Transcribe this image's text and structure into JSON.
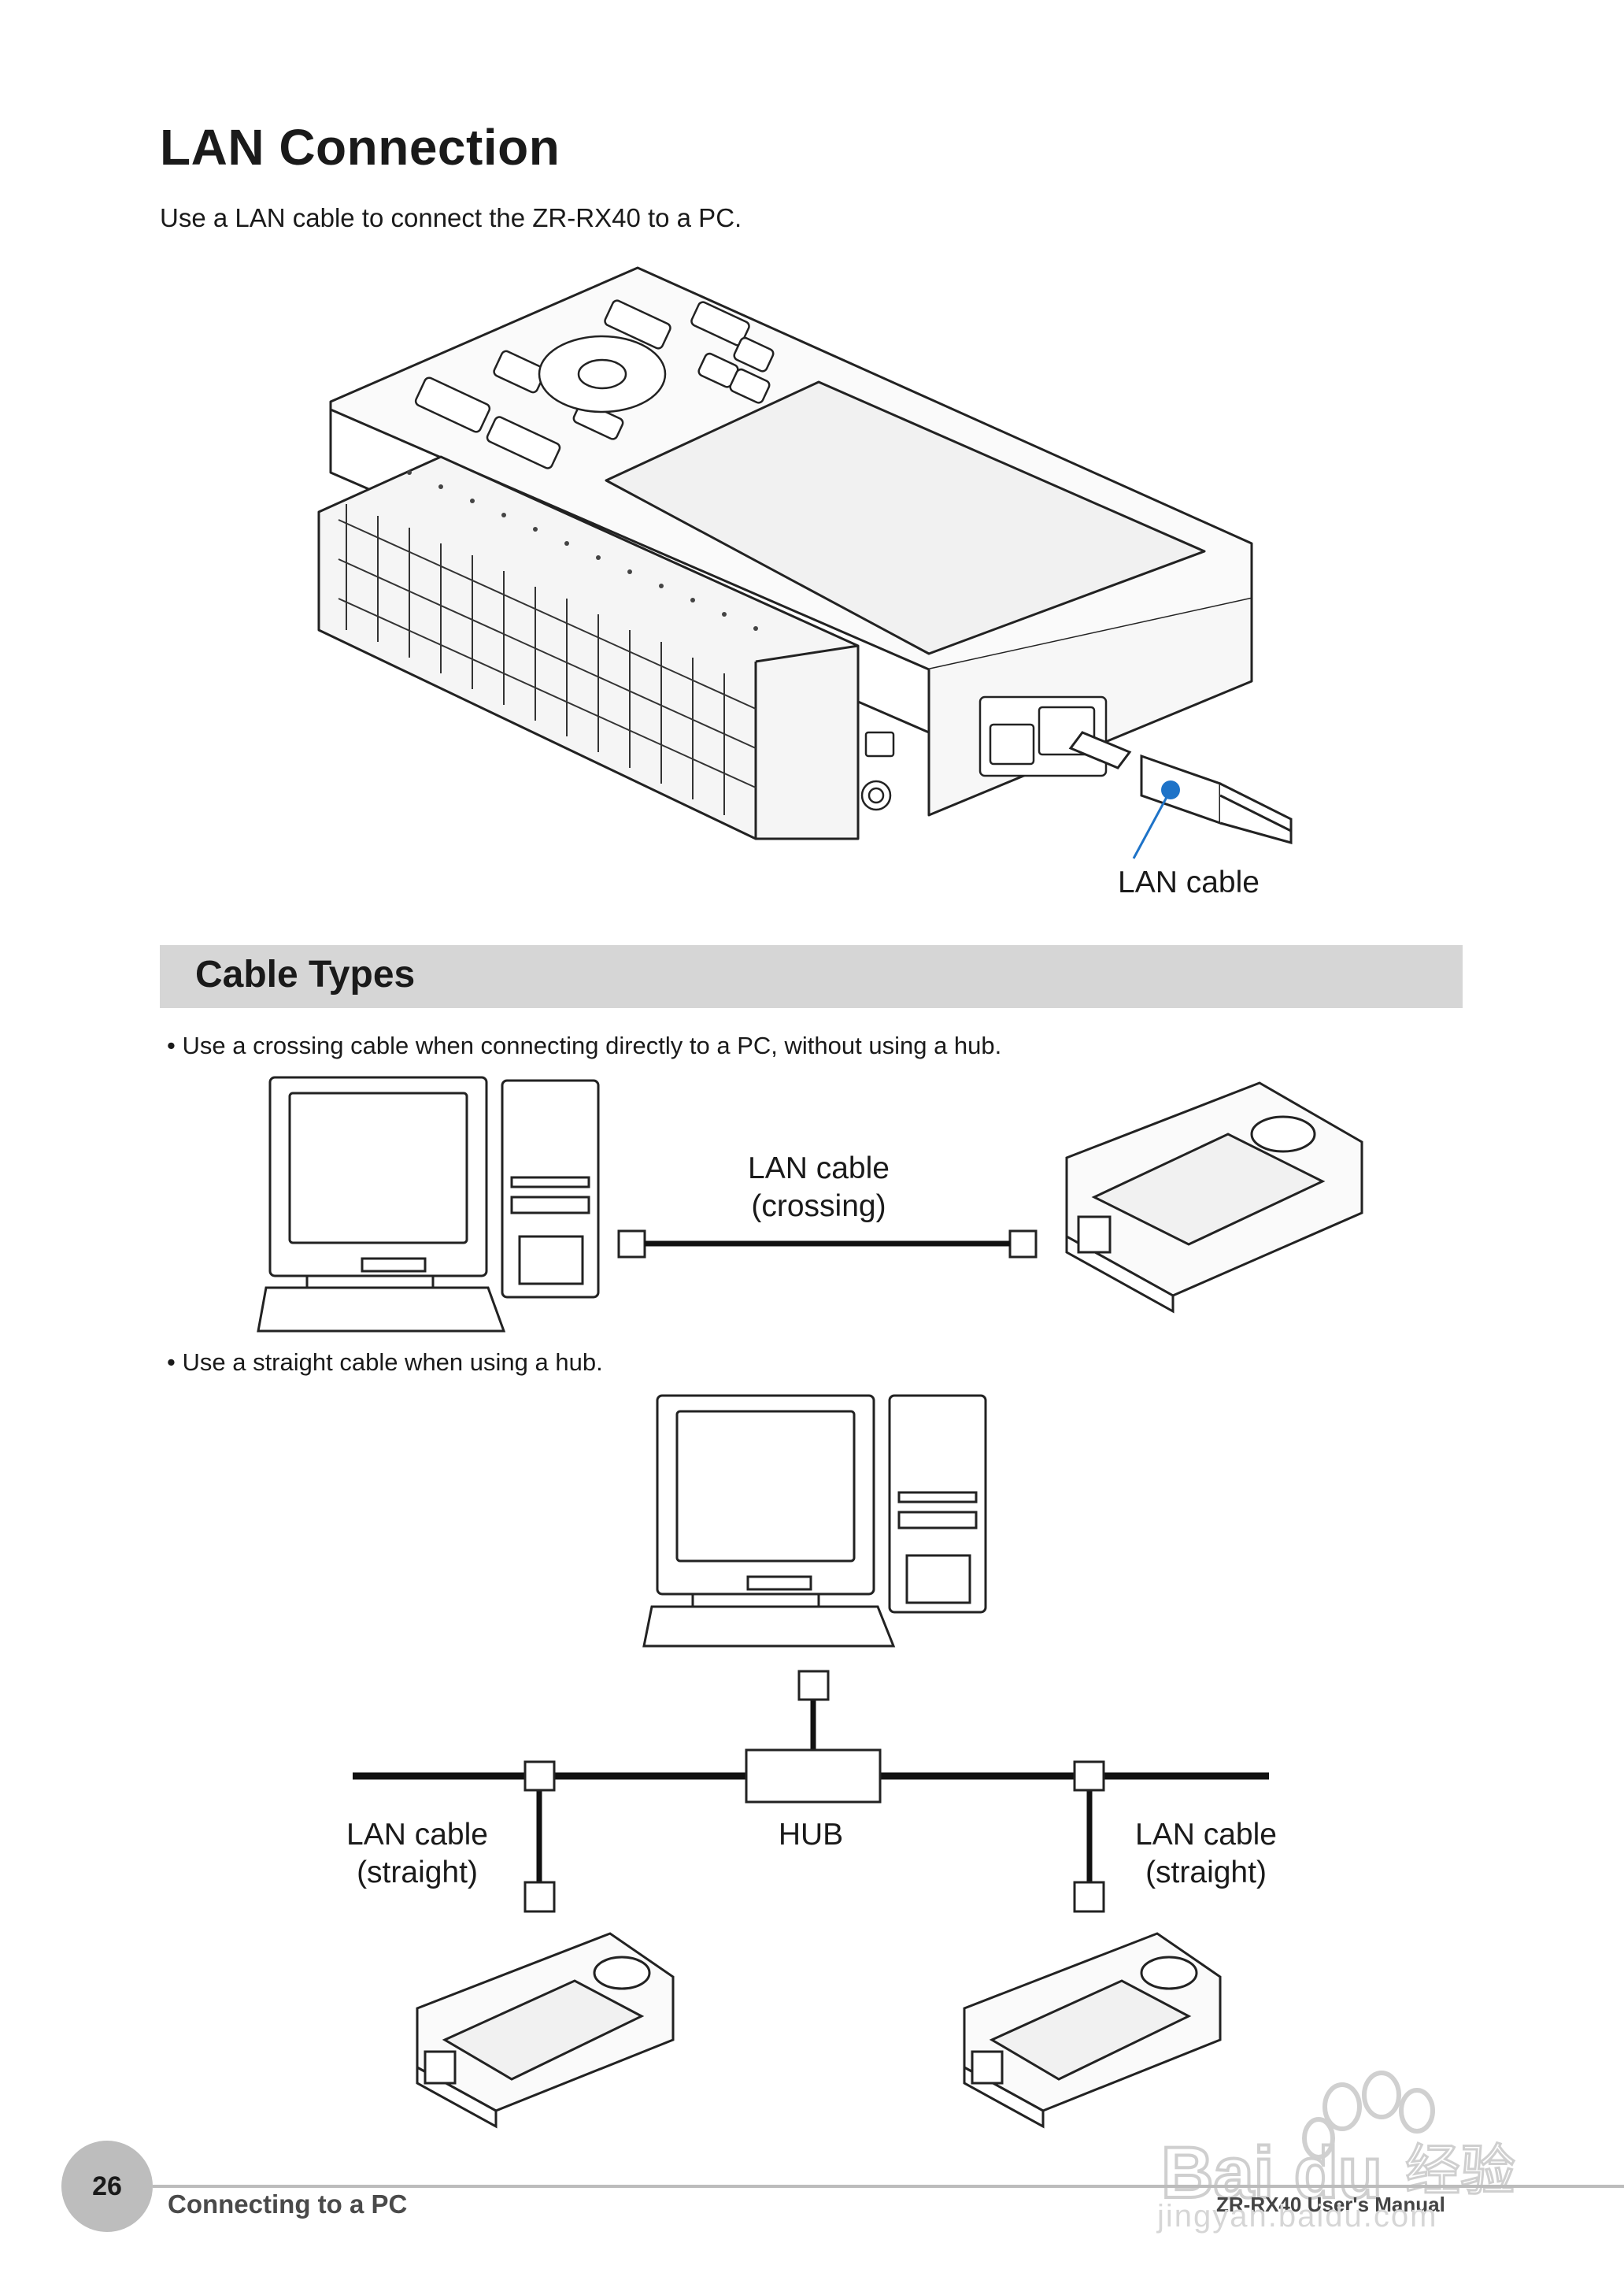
{
  "page": {
    "title": "LAN Connection",
    "intro": "Use a LAN cable to connect the ZR-RX40 to a PC.",
    "main_figure": {
      "callout": "LAN cable"
    },
    "section": {
      "title": "Cable Types",
      "bullet_crossing": "Use a crossing cable when connecting directly to a PC, without using a hub.",
      "crossing_label_1": "LAN cable",
      "crossing_label_2": "(crossing)",
      "bullet_straight": "Use a straight cable when using a hub.",
      "hub_label": "HUB",
      "left_label_1": "LAN cable",
      "left_label_2": "(straight)",
      "right_label_1": "LAN cable",
      "right_label_2": "(straight)"
    },
    "footer": {
      "page_number": "26",
      "section_name": "Connecting to a PC",
      "manual_name": "ZR-RX40 User's Manual"
    },
    "watermark": {
      "text": "Bai du 经验",
      "url_text": "jingyan.baidu.com"
    },
    "colors": {
      "callout_dot": "#1e73c8",
      "section_bar": "#d6d6d6",
      "footer_circle": "#bdbdbd"
    }
  }
}
